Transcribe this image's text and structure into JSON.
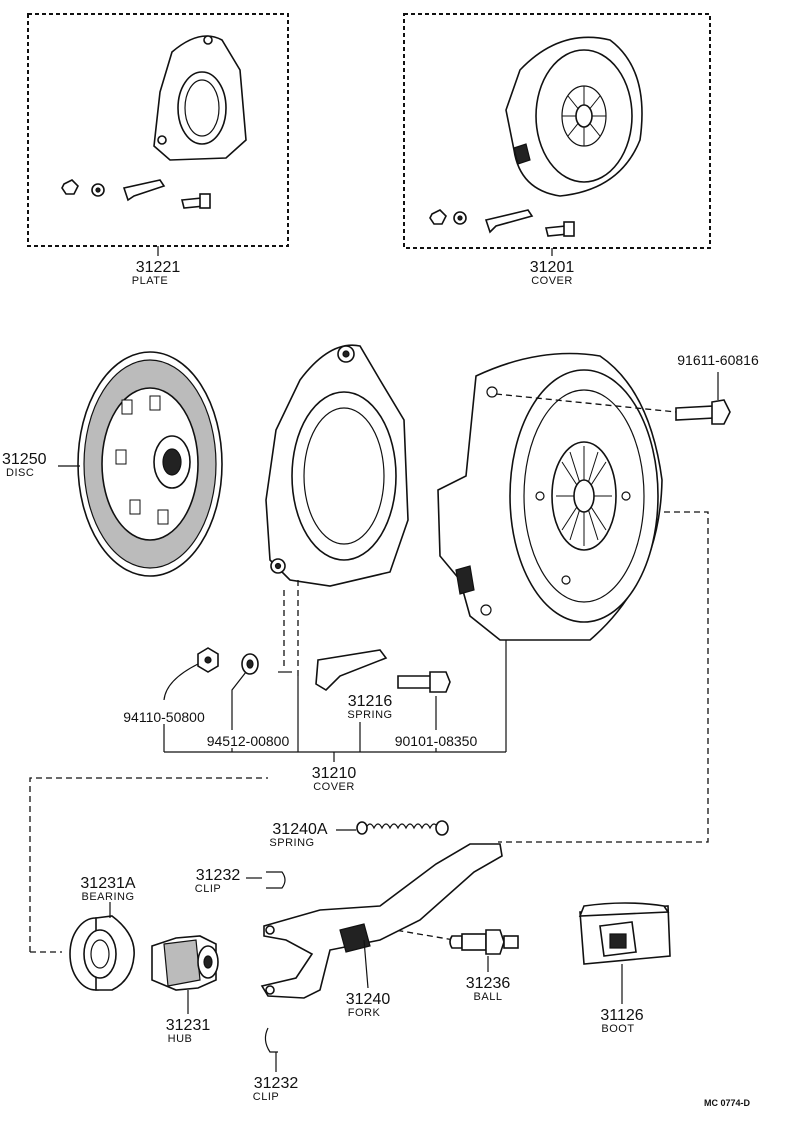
{
  "diagram": {
    "code": "MC 0774-D",
    "parts": [
      {
        "number": "31221",
        "name": "PLATE"
      },
      {
        "number": "31201",
        "name": "COVER"
      },
      {
        "number": "91611-60816",
        "name": ""
      },
      {
        "number": "31250",
        "name": "DISC"
      },
      {
        "number": "94110-50800",
        "name": ""
      },
      {
        "number": "94512-00800",
        "name": ""
      },
      {
        "number": "31216",
        "name": "SPRING"
      },
      {
        "number": "90101-08350",
        "name": ""
      },
      {
        "number": "31210",
        "name": "COVER"
      },
      {
        "number": "31240A",
        "name": "SPRING"
      },
      {
        "number": "31231A",
        "name": "BEARING"
      },
      {
        "number": "31232",
        "name": "CLIP"
      },
      {
        "number": "31236",
        "name": "BALL"
      },
      {
        "number": "31126",
        "name": "BOOT"
      },
      {
        "number": "31240",
        "name": "FORK"
      },
      {
        "number": "31231",
        "name": "HUB"
      },
      {
        "number": "31232",
        "name": "CLIP"
      }
    ]
  }
}
